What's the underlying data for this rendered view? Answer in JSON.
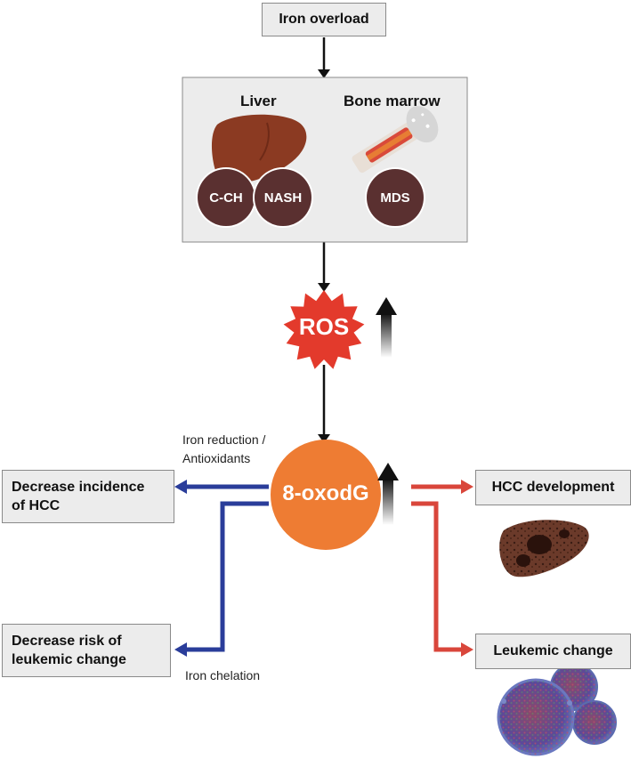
{
  "top_box": "Iron overload",
  "organs": {
    "liver_title": "Liver",
    "marrow_title": "Bone marrow",
    "disc_cch": "C-CH",
    "disc_nash": "NASH",
    "disc_mds": "MDS"
  },
  "ros_label": "ROS",
  "oxodg_label": "8-oxodG",
  "left_labels": {
    "iron_reduction": "Iron reduction  /",
    "antioxidants": "Antioxidants",
    "iron_chelation": "Iron chelation"
  },
  "outcomes": {
    "decrease_hcc_line1": "Decrease incidence",
    "decrease_hcc_line2": "of HCC",
    "decrease_leuk_line1": "Decrease risk of",
    "decrease_leuk_line2": "leukemic change",
    "hcc_development": "HCC development",
    "leukemic_change": "Leukemic change"
  },
  "colors": {
    "box_fill": "#ececec",
    "ros_red": "#e33a2c",
    "oxodg_orange": "#ee7c33",
    "inhibit_blue": "#2a3d9a",
    "promote_red": "#d9463b",
    "disc_brown": "#5a3030",
    "liver_brown": "#8b3a22"
  }
}
